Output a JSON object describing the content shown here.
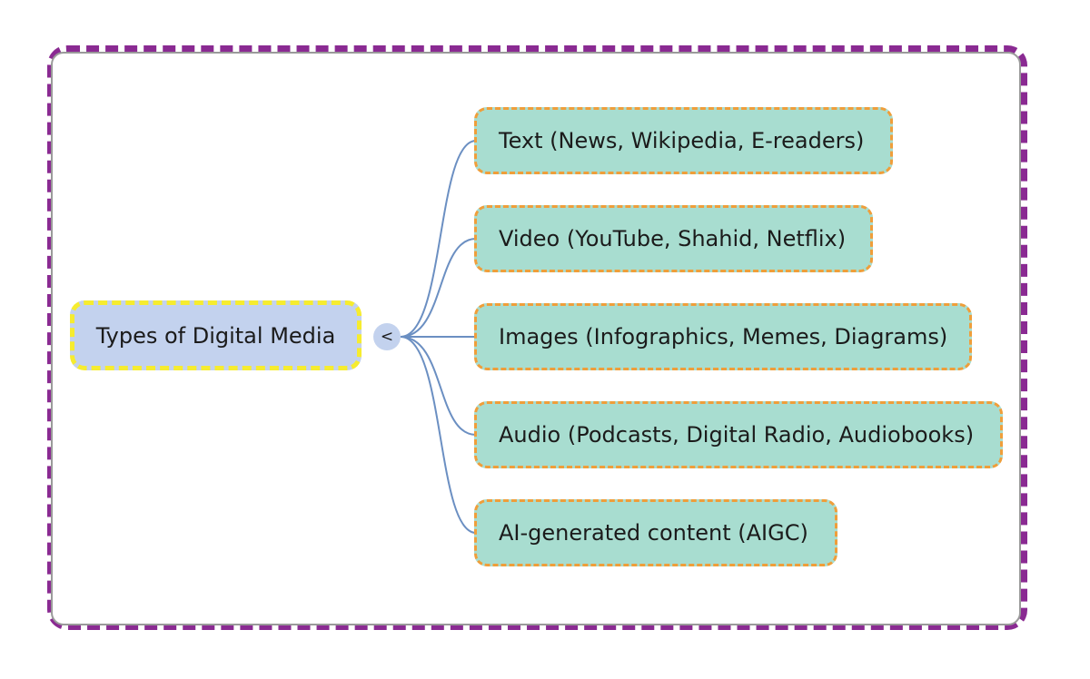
{
  "root": {
    "label": "Types of Digital Media"
  },
  "toggle": {
    "symbol": "<"
  },
  "children": [
    {
      "label": "Text (News, Wikipedia, E-readers)"
    },
    {
      "label": "Video (YouTube, Shahid, Netflix)"
    },
    {
      "label": "Images (Infographics, Memes, Diagrams)"
    },
    {
      "label": "Audio (Podcasts, Digital Radio, Audiobooks)"
    },
    {
      "label": "AI-generated content (AIGC)"
    }
  ],
  "colors": {
    "outer_border": "#8a2a92",
    "inner_border": "#9a9a9a",
    "root_fill": "#c3d2ee",
    "root_border": "#f6ec2f",
    "child_fill": "#a8ddd0",
    "child_border": "#ef9e3a",
    "connector": "#6b8fc2"
  }
}
